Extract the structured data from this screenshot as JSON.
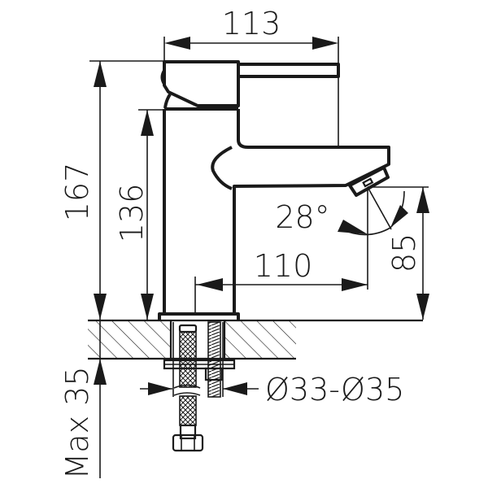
{
  "drawing": {
    "title": "Single-lever basin faucet dimension drawing",
    "units": "mm",
    "line_color": "#1a1a1a",
    "background": "#ffffff"
  },
  "dimensions": {
    "overall_depth": "113",
    "overall_height": "167",
    "body_height": "136",
    "spout_reach": "110",
    "spout_height": "85",
    "spout_angle": "28°",
    "hole_diameter": "Ø33-Ø35",
    "max_counter_thickness": "Max 35"
  }
}
